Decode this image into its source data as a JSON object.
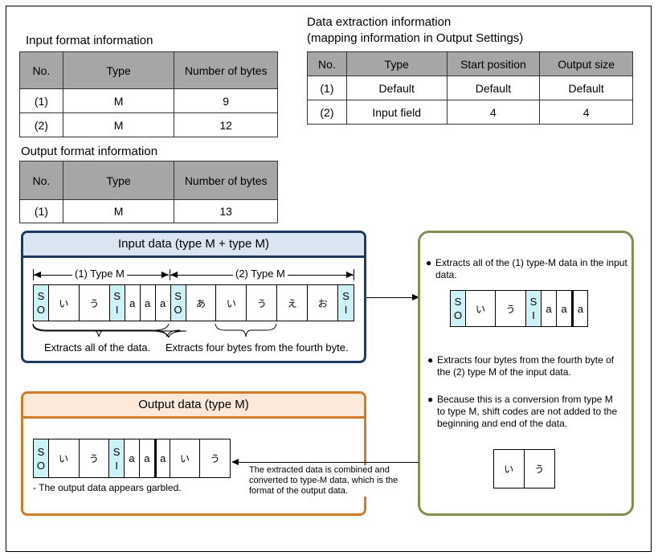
{
  "input_format": {
    "title": "Input format information",
    "headers": [
      "No.",
      "Type",
      "Number of bytes"
    ],
    "rows": [
      [
        "(1)",
        "M",
        "9"
      ],
      [
        "(2)",
        "M",
        "12"
      ]
    ]
  },
  "output_format": {
    "title": "Output format information",
    "headers": [
      "No.",
      "Type",
      "Number of bytes"
    ],
    "rows": [
      [
        "(1)",
        "M",
        "13"
      ]
    ]
  },
  "extraction": {
    "title_line1": "Data extraction information",
    "title_line2": "(mapping information in Output Settings)",
    "headers": [
      "No.",
      "Type",
      "Start position",
      "Output size"
    ],
    "rows": [
      [
        "(1)",
        "Default",
        "Default",
        "Default"
      ],
      [
        "(2)",
        "Input field",
        "4",
        "4"
      ]
    ]
  },
  "input_data": {
    "title": "Input data (type M  + type M)",
    "span1_label": "(1) Type M",
    "span2_label": "(2) Type M",
    "cells": [
      {
        "text": [
          "S",
          "O"
        ],
        "shift": true
      },
      {
        "text": [
          "い"
        ]
      },
      {
        "text": [
          "う"
        ]
      },
      {
        "text": [
          "S",
          "I"
        ],
        "shift": true
      },
      {
        "text": [
          "a"
        ]
      },
      {
        "text": [
          "a"
        ]
      },
      {
        "text": [
          "a"
        ]
      },
      {
        "text": [
          "S",
          "O"
        ],
        "shift": true
      },
      {
        "text": [
          "あ"
        ]
      },
      {
        "text": [
          "い"
        ]
      },
      {
        "text": [
          "う"
        ]
      },
      {
        "text": [
          "え"
        ]
      },
      {
        "text": [
          "お"
        ]
      },
      {
        "text": [
          "S",
          "I"
        ],
        "shift": true
      }
    ],
    "caption1": "Extracts all of the data.",
    "caption2": "Extracts four bytes from the fourth byte."
  },
  "output_data": {
    "title": "Output data (type M)",
    "cells": [
      {
        "text": [
          "S",
          "O"
        ],
        "shift": true
      },
      {
        "text": [
          "い"
        ]
      },
      {
        "text": [
          "う"
        ]
      },
      {
        "text": [
          "S",
          "I"
        ],
        "shift": true
      },
      {
        "text": [
          "a"
        ]
      },
      {
        "text": [
          "a"
        ]
      },
      {
        "text": [
          "a"
        ]
      },
      {
        "text": [
          "い"
        ]
      },
      {
        "text": [
          "う"
        ]
      }
    ],
    "caption": "- The output data appears garbled."
  },
  "process": {
    "bullet1": "Extracts all of the (1) type-M data in the input data.",
    "cells1": [
      {
        "text": [
          "S",
          "O"
        ],
        "shift": true
      },
      {
        "text": [
          "い"
        ]
      },
      {
        "text": [
          "う"
        ]
      },
      {
        "text": [
          "S",
          "I"
        ],
        "shift": true
      },
      {
        "text": [
          "a"
        ]
      },
      {
        "text": [
          "a"
        ]
      },
      {
        "text": [
          "a"
        ]
      }
    ],
    "bullet2": "Extracts four bytes from the fourth byte of the (2) type M of the input data.",
    "bullet3": "Because this is a conversion  from type M to type M, shift codes are not added to the beginning  and end of the data.",
    "cells2": [
      {
        "text": [
          "い"
        ]
      },
      {
        "text": [
          "う"
        ]
      }
    ],
    "bullet_glyph": "●"
  },
  "combine_note": "The extracted data is combined and converted to type-M data, which is the format of the output data."
}
